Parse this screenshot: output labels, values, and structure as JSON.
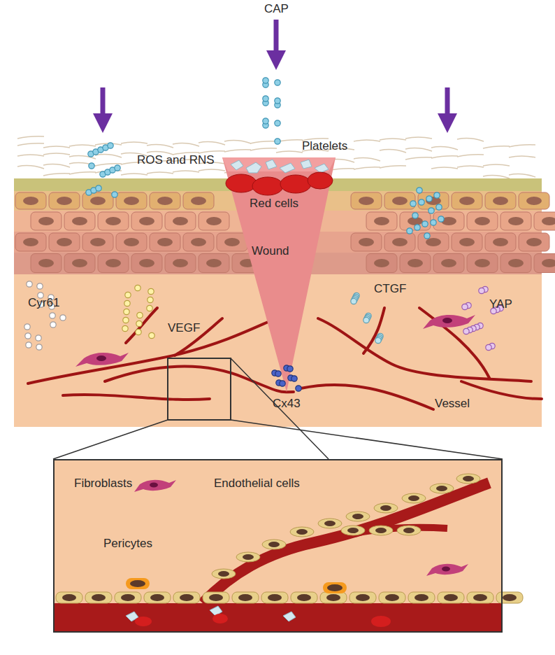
{
  "diagram": {
    "nodes": [
      {
        "text": [
          "Fibroblasts",
          "Endothelial cells",
          "Pericytes"
        ]
      }
    ],
    "labels": [
      "CAP",
      "ROS and RNS",
      "Platelets",
      "Red cells",
      "Wound",
      "Cyr61",
      "VEGF",
      "CTGF",
      "YAP",
      "Cx43",
      "Vessel"
    ]
  }
}
